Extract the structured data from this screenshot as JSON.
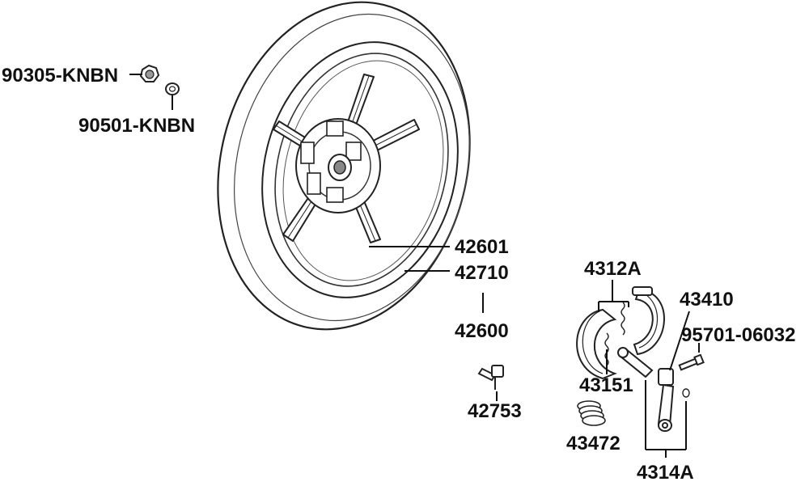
{
  "parts": {
    "p90305": "90305-KNBN",
    "p90501": "90501-KNBN",
    "p42601": "42601",
    "p42710": "42710",
    "p42600": "42600",
    "p42753": "42753",
    "p4312A": "4312A",
    "p43151": "43151",
    "p43472": "43472",
    "p43410": "43410",
    "p95701": "95701-06032",
    "p4314A": "4314A"
  },
  "colors": {
    "ink": "#111111",
    "background": "#ffffff"
  }
}
